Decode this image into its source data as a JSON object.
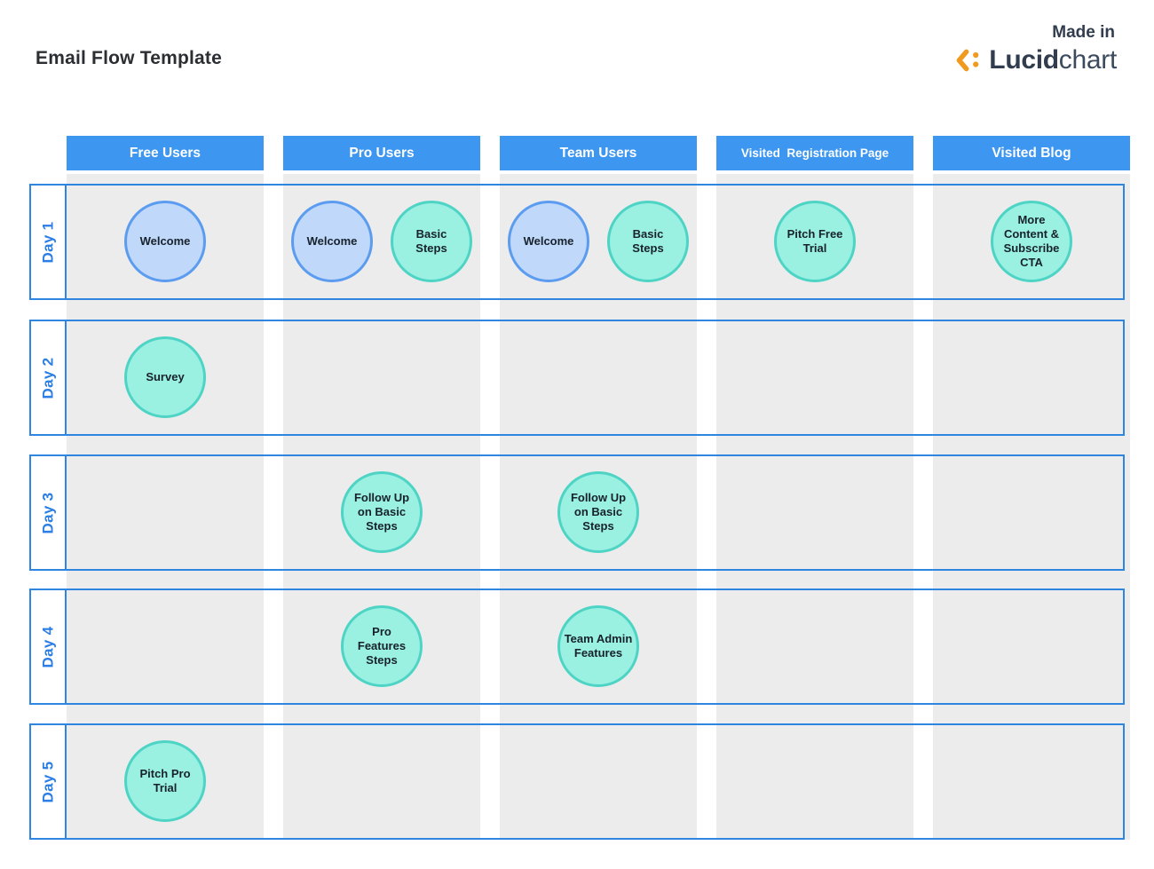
{
  "page": {
    "title": "Email Flow Template"
  },
  "branding": {
    "made_in": "Made in",
    "logo_bold": "Lucid",
    "logo_light": "chart"
  },
  "columns": [
    {
      "label": "Free Users"
    },
    {
      "label": "Pro Users"
    },
    {
      "label": "Team Users"
    },
    {
      "label": "Visited  Registration Page"
    },
    {
      "label": "Visited Blog"
    }
  ],
  "rows": [
    {
      "label": "Day 1"
    },
    {
      "label": "Day 2"
    },
    {
      "label": "Day 3"
    },
    {
      "label": "Day 4"
    },
    {
      "label": "Day 5"
    }
  ],
  "nodes": [
    {
      "label": "Welcome",
      "type": "blue",
      "row": "Day 1",
      "column": "Free Users"
    },
    {
      "label": "Welcome",
      "type": "blue",
      "row": "Day 1",
      "column": "Pro Users"
    },
    {
      "label": "Basic\nSteps",
      "type": "teal",
      "row": "Day 1",
      "column": "Pro Users"
    },
    {
      "label": "Welcome",
      "type": "blue",
      "row": "Day 1",
      "column": "Team Users"
    },
    {
      "label": "Basic\nSteps",
      "type": "teal",
      "row": "Day 1",
      "column": "Team Users"
    },
    {
      "label": "Pitch Free\nTrial",
      "type": "teal",
      "row": "Day 1",
      "column": "Visited  Registration Page"
    },
    {
      "label": "More\nContent &\nSubscribe\nCTA",
      "type": "teal",
      "row": "Day 1",
      "column": "Visited Blog"
    },
    {
      "label": "Survey",
      "type": "teal",
      "row": "Day 2",
      "column": "Free Users"
    },
    {
      "label": "Follow Up\non Basic\nSteps",
      "type": "teal",
      "row": "Day 3",
      "column": "Pro Users"
    },
    {
      "label": "Follow Up\non Basic\nSteps",
      "type": "teal",
      "row": "Day 3",
      "column": "Team Users"
    },
    {
      "label": "Pro\nFeatures\nSteps",
      "type": "teal",
      "row": "Day 4",
      "column": "Pro Users"
    },
    {
      "label": "Team Admin\nFeatures",
      "type": "teal",
      "row": "Day 4",
      "column": "Team Users"
    },
    {
      "label": "Pitch Pro\nTrial",
      "type": "teal",
      "row": "Day 5",
      "column": "Free Users"
    }
  ],
  "colors": {
    "header_bg": "#3d96f0",
    "row_border": "#2e86e0",
    "lane_bg": "#ececec",
    "day_label_text": "#2b7ee3",
    "blue_node_fill": "#c0d8f9",
    "blue_node_border": "#5b9cf1",
    "teal_node_fill": "#9af0e1",
    "teal_node_border": "#4dd4c5",
    "logo_orange": "#f09a1f",
    "logo_dark": "#313d4f"
  }
}
